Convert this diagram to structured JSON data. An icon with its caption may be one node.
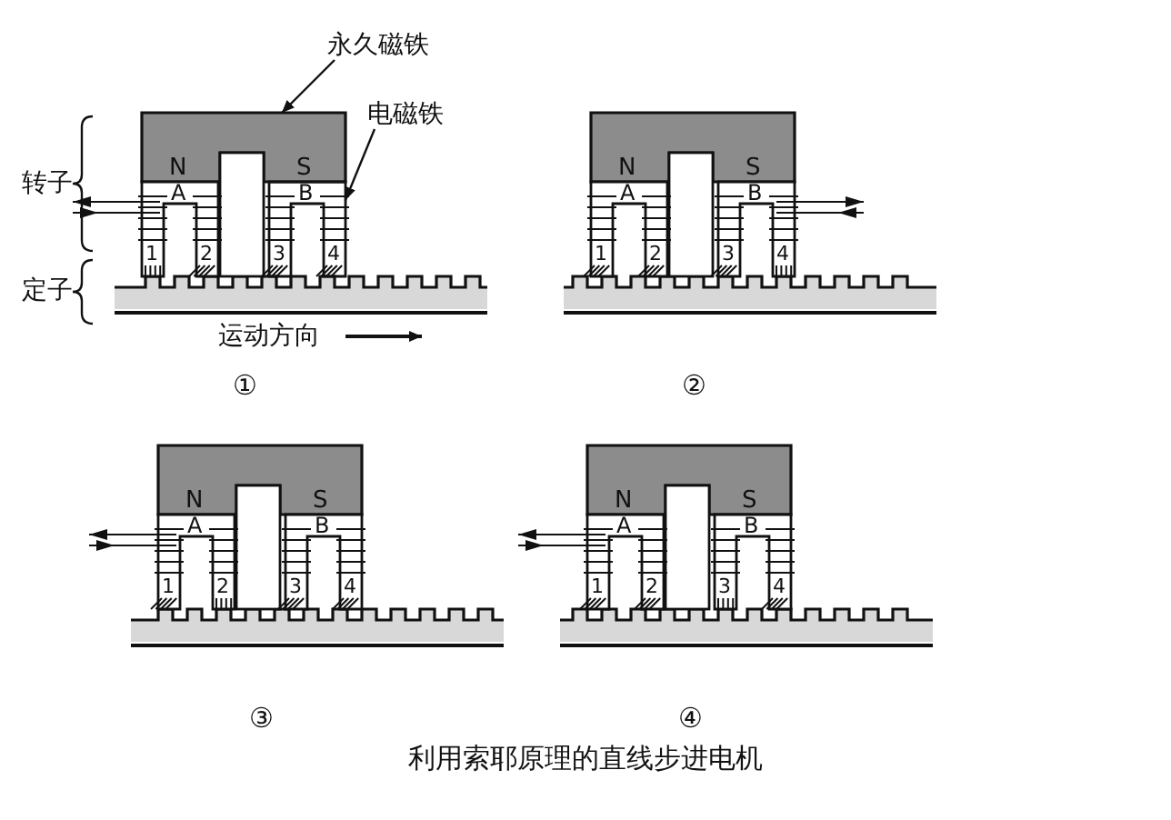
{
  "diagram": {
    "caption": "利用索耶原理的直线步进电机",
    "nodes": [
      {
        "text": [
          "永久磁铁"
        ]
      },
      {
        "text": [
          "电磁铁"
        ]
      },
      {
        "text": [],
        "shape": "box"
      }
    ],
    "edges": [
      {
        "from": 0,
        "to": null,
        "arrow": "to"
      },
      {
        "from": 1,
        "to": 2,
        "arrow": "to"
      }
    ],
    "labels": [
      "转子",
      "N",
      "S",
      "A",
      "B",
      "1",
      "2",
      "3",
      "4",
      "定子",
      "运动方向",
      "①",
      "N",
      "S",
      "A",
      "B",
      "1",
      "2",
      "3",
      "4",
      "②",
      "N",
      "S",
      "A",
      "B",
      "1",
      "2",
      "3",
      "4",
      "③",
      "N",
      "S",
      "A",
      "B",
      "1",
      "2",
      "3",
      "4",
      "④"
    ]
  }
}
